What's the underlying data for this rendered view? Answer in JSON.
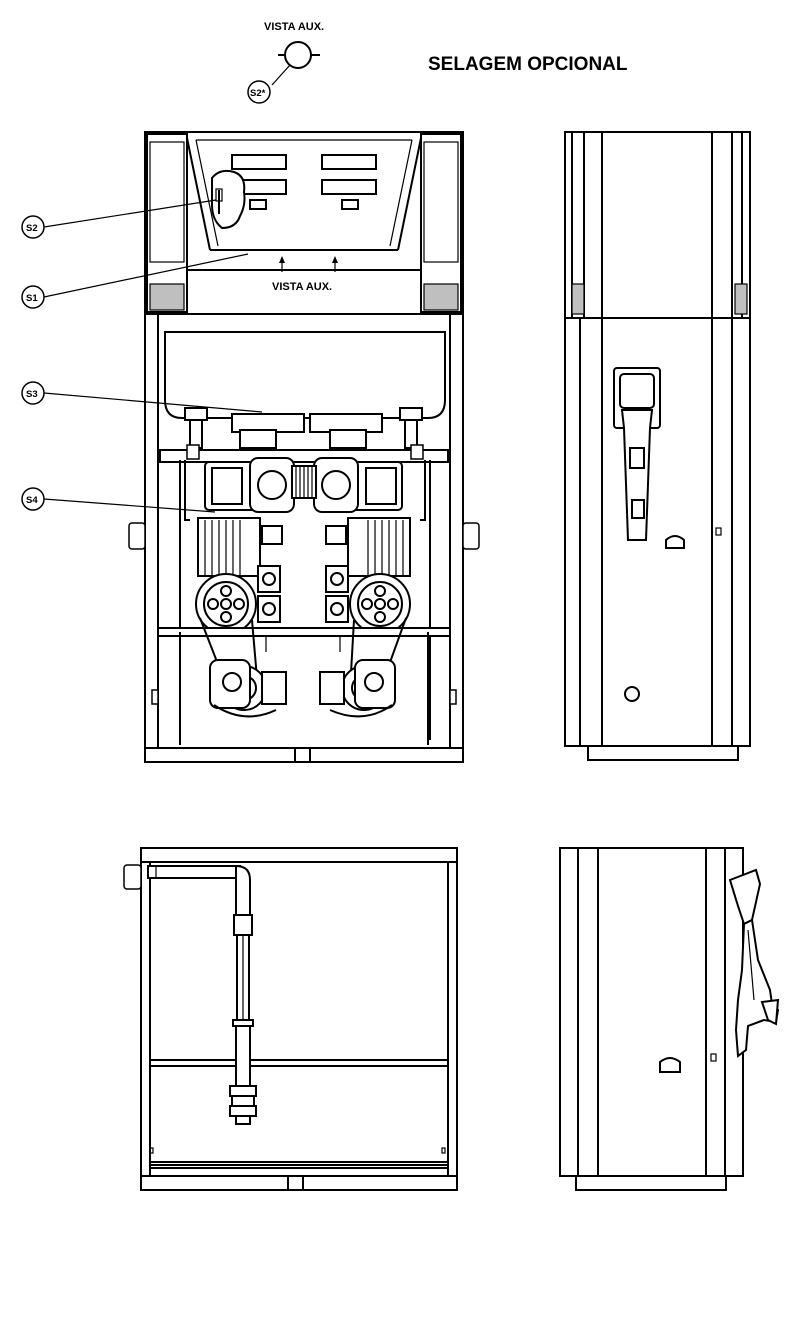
{
  "title": "SELAGEM OPCIONAL",
  "aux_view_label": "VISTA AUX.",
  "aux_view_label_inline": "VISTA AUX.",
  "seals": {
    "s2_star": "S2*",
    "s2": "S2",
    "s1": "S1",
    "s3": "S3",
    "s4": "S4"
  },
  "views": [
    "front-view",
    "right-side-view",
    "rear-view",
    "left-side-view"
  ]
}
